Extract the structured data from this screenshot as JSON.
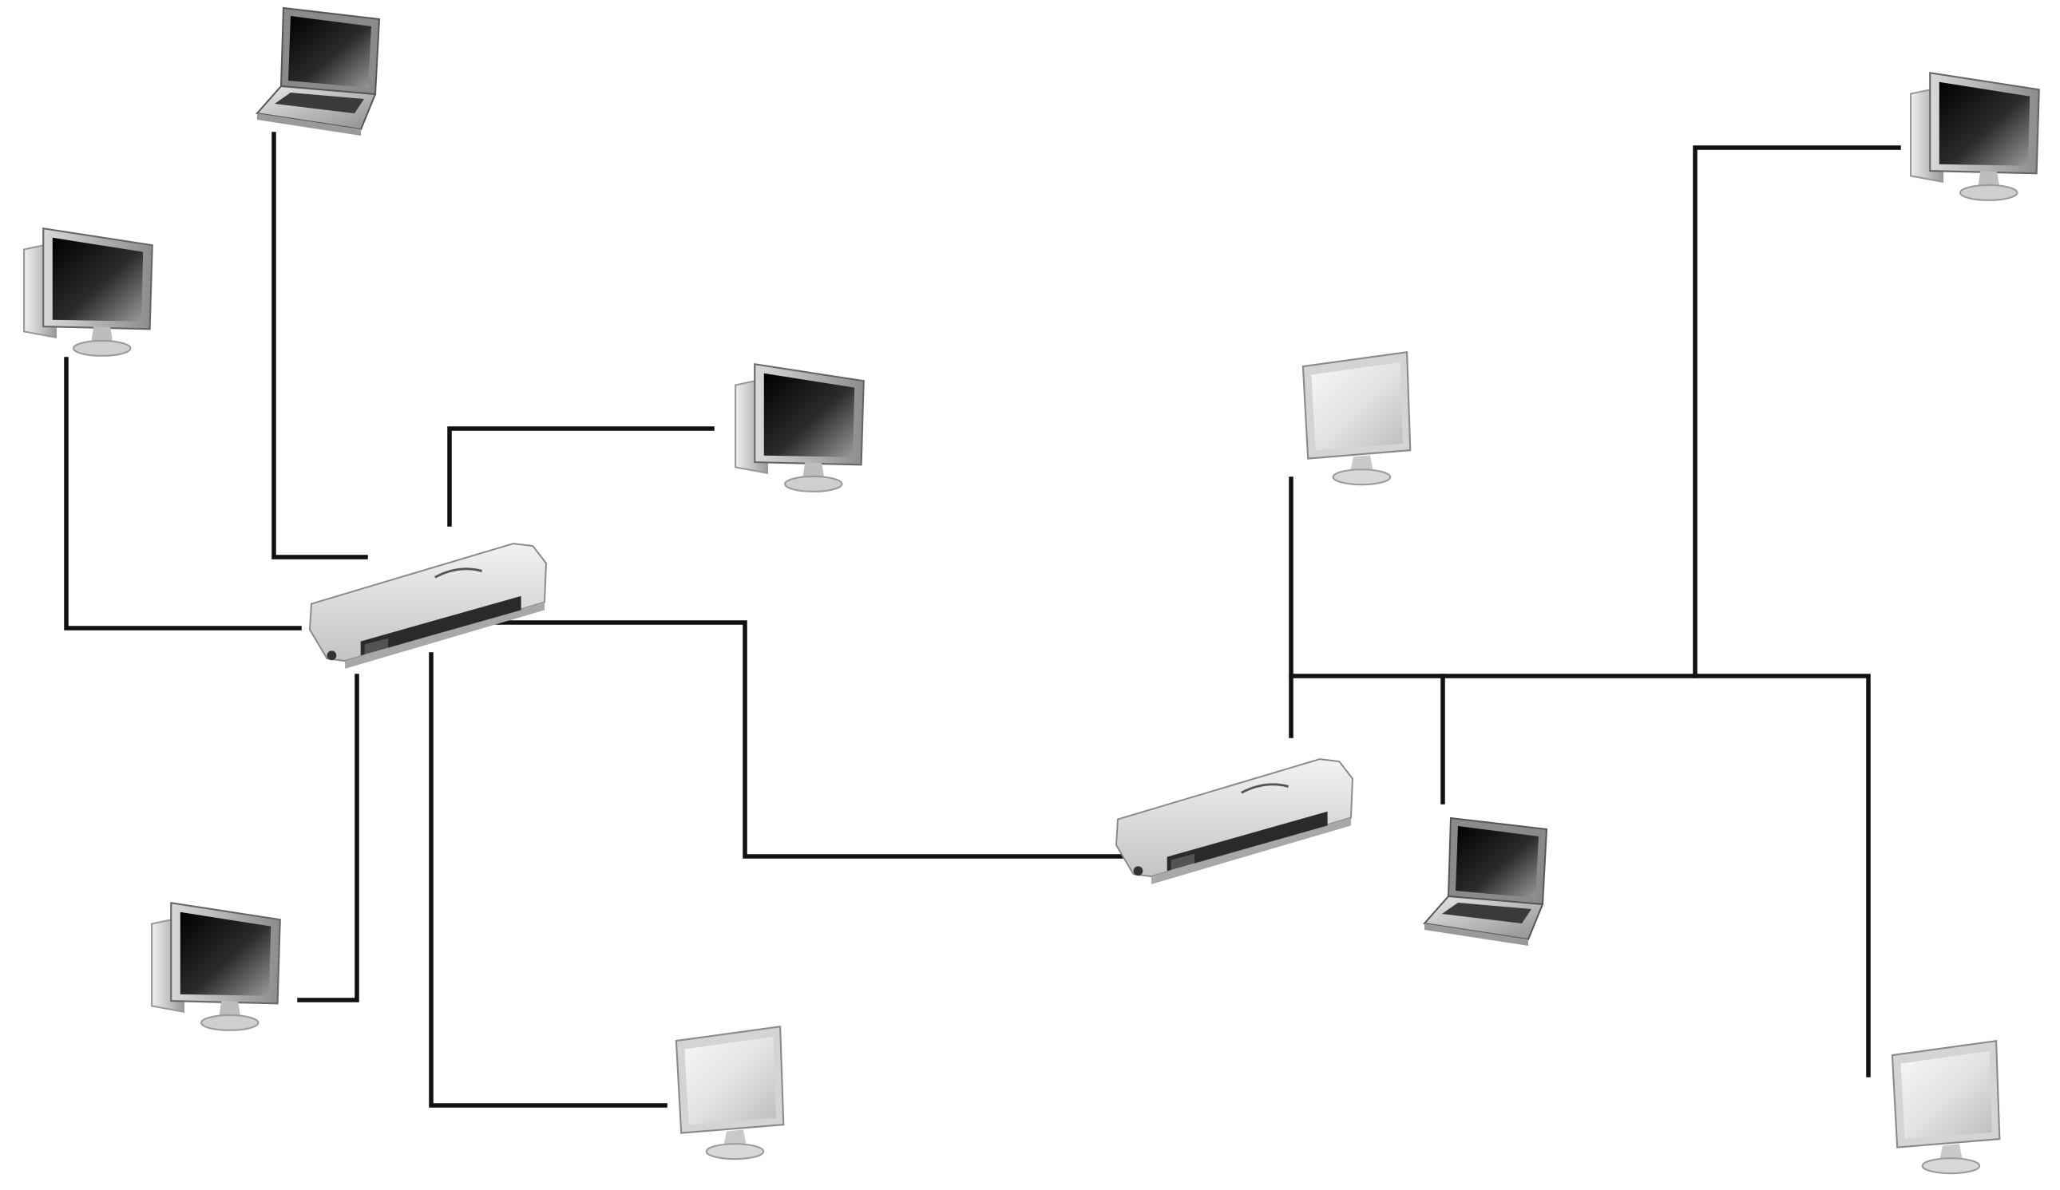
{
  "title": "",
  "colors": {
    "background": "#ffffff",
    "wire": "#111111",
    "screen_dark": "#1a1a1a",
    "screen_light": "#e6e6e6",
    "chassis": "#bdbdbd",
    "switch_body": "#d9d9d9"
  },
  "nodes": [
    {
      "id": "laptop-top-left",
      "type": "laptop",
      "icon": "laptop-icon",
      "screen": "dark"
    },
    {
      "id": "desktop-left",
      "type": "desktop",
      "icon": "desktop-computer-icon",
      "screen": "dark"
    },
    {
      "id": "desktop-center-left",
      "type": "desktop",
      "icon": "desktop-computer-icon",
      "screen": "dark"
    },
    {
      "id": "desktop-bottom-left",
      "type": "desktop",
      "icon": "desktop-computer-icon",
      "screen": "dark"
    },
    {
      "id": "monitor-bottom-center",
      "type": "monitor",
      "icon": "monitor-icon",
      "screen": "light"
    },
    {
      "id": "switch-left",
      "type": "switch",
      "icon": "network-switch-icon"
    },
    {
      "id": "switch-right",
      "type": "switch",
      "icon": "network-switch-icon"
    },
    {
      "id": "monitor-center-right",
      "type": "monitor",
      "icon": "monitor-icon",
      "screen": "light"
    },
    {
      "id": "laptop-right",
      "type": "laptop",
      "icon": "laptop-icon",
      "screen": "dark"
    },
    {
      "id": "desktop-top-right",
      "type": "desktop",
      "icon": "desktop-computer-icon",
      "screen": "dark"
    },
    {
      "id": "monitor-bottom-right",
      "type": "monitor",
      "icon": "monitor-icon",
      "screen": "light"
    }
  ],
  "links": [
    {
      "from": "switch-left",
      "to": "laptop-top-left"
    },
    {
      "from": "switch-left",
      "to": "desktop-left"
    },
    {
      "from": "switch-left",
      "to": "desktop-center-left"
    },
    {
      "from": "switch-left",
      "to": "desktop-bottom-left"
    },
    {
      "from": "switch-left",
      "to": "monitor-bottom-center"
    },
    {
      "from": "switch-left",
      "to": "switch-right"
    },
    {
      "from": "switch-right",
      "to": "monitor-center-right"
    },
    {
      "from": "switch-right",
      "to": "laptop-right"
    },
    {
      "from": "switch-right",
      "to": "desktop-top-right"
    },
    {
      "from": "switch-right",
      "to": "monitor-bottom-right"
    }
  ]
}
